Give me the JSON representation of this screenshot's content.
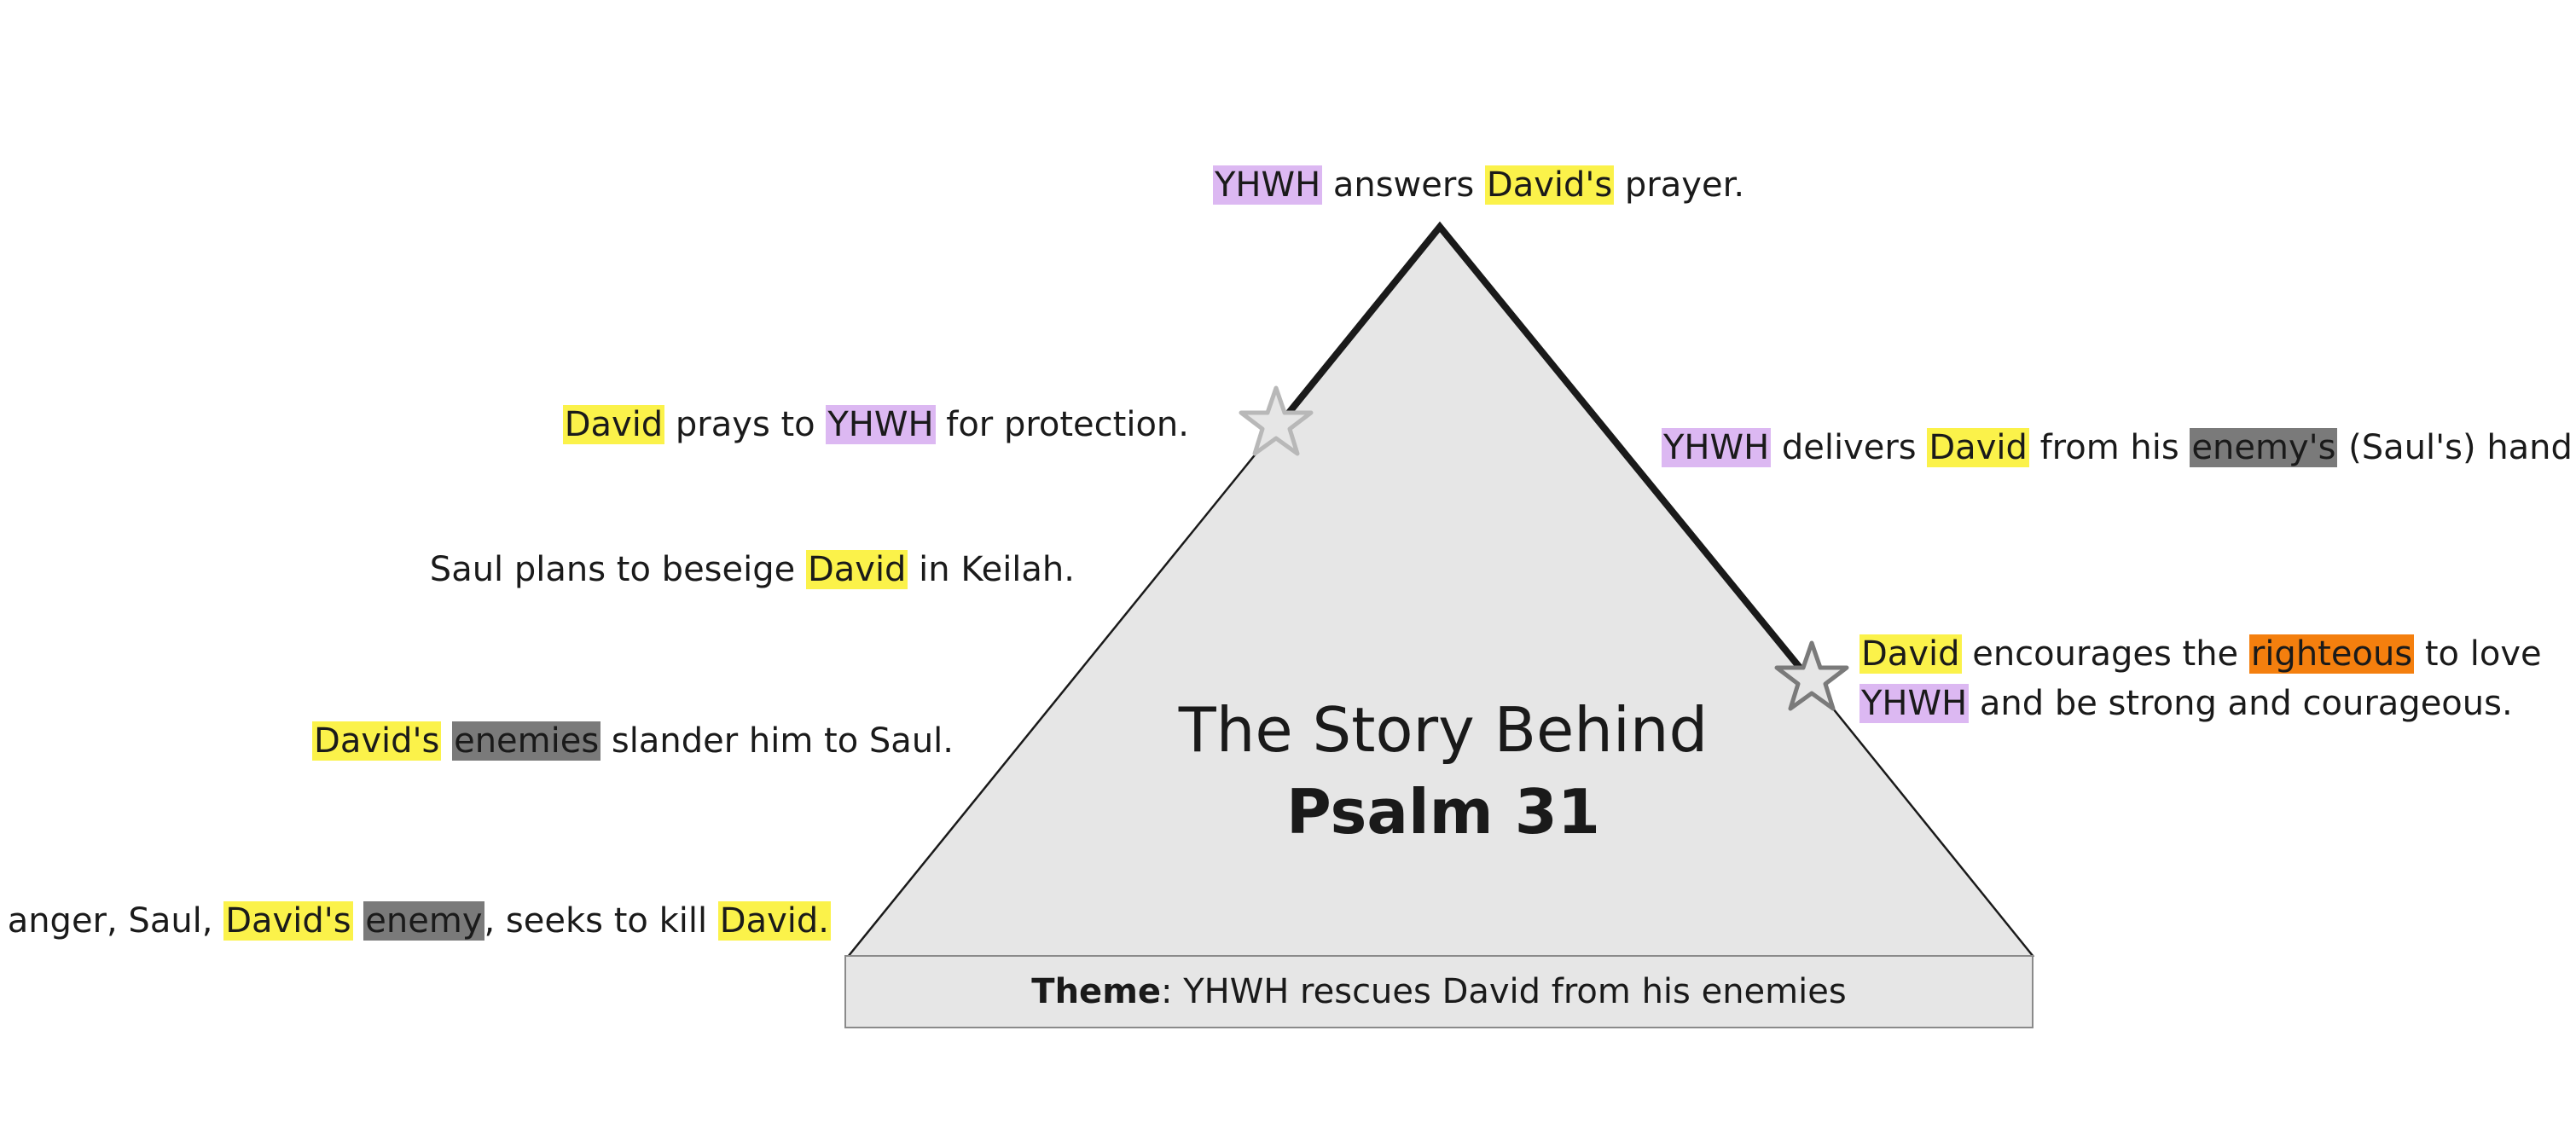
{
  "title": {
    "line1": "The Story Behind",
    "line2": "Psalm 31"
  },
  "theme": {
    "label": "Theme",
    "text": ": YHWH rescues David from his enemies"
  },
  "colors": {
    "YHWH": "#dcb8f2",
    "David": "#fbf24a",
    "enemy": "#7a7a7a",
    "righteous": "#f47f0e",
    "triangle_fill": "#e6e6e6",
    "star_stroke": "#7a7a7a"
  },
  "events": [
    {
      "segments": [
        {
          "text": "In anger, Saul, "
        },
        {
          "text": "David's",
          "hl": "david"
        },
        {
          "text": " "
        },
        {
          "text": "enemy",
          "hl": "enemy"
        },
        {
          "text": ", seeks to kill "
        },
        {
          "text": "David.",
          "hl": "david"
        }
      ]
    },
    {
      "segments": [
        {
          "text": "David's",
          "hl": "david"
        },
        {
          "text": " "
        },
        {
          "text": "enemies",
          "hl": "enemy"
        },
        {
          "text": " slander him to Saul."
        }
      ]
    },
    {
      "segments": [
        {
          "text": "Saul plans to beseige "
        },
        {
          "text": "David",
          "hl": "david"
        },
        {
          "text": " in Keilah."
        }
      ]
    },
    {
      "segments": [
        {
          "text": "David",
          "hl": "david"
        },
        {
          "text": " prays to "
        },
        {
          "text": "YHWH",
          "hl": "yhwh"
        },
        {
          "text": " for protection."
        }
      ]
    },
    {
      "segments": [
        {
          "text": "YHWH",
          "hl": "yhwh"
        },
        {
          "text": " answers "
        },
        {
          "text": "David's",
          "hl": "david"
        },
        {
          "text": " prayer."
        }
      ]
    },
    {
      "segments": [
        {
          "text": "YHWH",
          "hl": "yhwh"
        },
        {
          "text": " delivers "
        },
        {
          "text": "David",
          "hl": "david"
        },
        {
          "text": " from his "
        },
        {
          "text": "enemy's",
          "hl": "enemy"
        },
        {
          "text": " (Saul's) hand."
        }
      ]
    },
    {
      "segments": [
        {
          "text": "David",
          "hl": "david"
        },
        {
          "text": " encourages the "
        },
        {
          "text": "righteous",
          "hl": "righteous"
        },
        {
          "text": " to love "
        },
        {
          "text": "YHWH",
          "hl": "yhwh"
        },
        {
          "text": " and be strong and courageous."
        }
      ]
    }
  ]
}
